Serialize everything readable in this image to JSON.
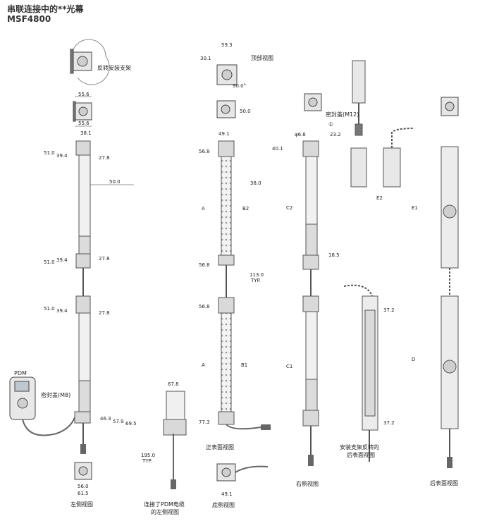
{
  "title": {
    "line1": "串联连接中的**光幕",
    "line2": "MSF4800"
  },
  "views": {
    "left": "左侧视图",
    "left_pdm_1": "连接了PDM电缆",
    "left_pdm_2": "的左侧视图",
    "front": "正表面视图",
    "top": "顶部视图",
    "bottom": "底侧视图",
    "right": "右侧视图",
    "rear_reversed_1": "安装支架反转的",
    "rear_reversed_2": "后表面视图",
    "rear": "后表面视图"
  },
  "labels": {
    "reverse_bracket": "反转安装支架",
    "seal_cap_m12": "密封盖(M12)",
    "seal_cap_m8": "密封盖(M8)",
    "pdm": "PDM"
  },
  "dims": {
    "d30_1": "30.1",
    "d59_3": "59.3",
    "d90": "90.0°",
    "d55_6a": "55.6",
    "d50_0a": "50.0",
    "d55_6b": "55.6",
    "d38_1": "38.1",
    "d49_1a": "49.1",
    "d51_0a": "51.0",
    "d39_4a": "39.4",
    "d27_8a": "27.8",
    "d50_0b": "50.0",
    "d56_8a": "56.8",
    "d38_0": "38.0",
    "dA1": "A",
    "dB2": "B2",
    "d51_0b": "51.0",
    "d39_4b": "39.4",
    "d27_8b": "27.8",
    "d56_8b": "56.8",
    "d113": "113.0",
    "typ1": "TYP.",
    "d51_0c": "51.0",
    "d39_4c": "39.4",
    "d27_8c": "27.8",
    "d56_8c": "56.8",
    "dA2": "A",
    "dB1": "B1",
    "d46_3": "46.3",
    "d57_9": "57.9",
    "d69_5": "69.5",
    "d77_3": "77.3",
    "d56_0": "56.0",
    "d61_5": "61.5",
    "d49_1b": "49.1",
    "d67_8": "67.8",
    "d195": "195.0",
    "typ2": "TYP.",
    "d6_8": "φ6.8",
    "d23_2": "23.2",
    "d40_1": "40.1",
    "dC2": "C2",
    "d18_5": "18.5",
    "dC1": "C1",
    "dE2": "E2",
    "dE1": "E1",
    "d37_2a": "37.2",
    "d37_2b": "37.2",
    "dD": "D",
    "num1": "①"
  }
}
